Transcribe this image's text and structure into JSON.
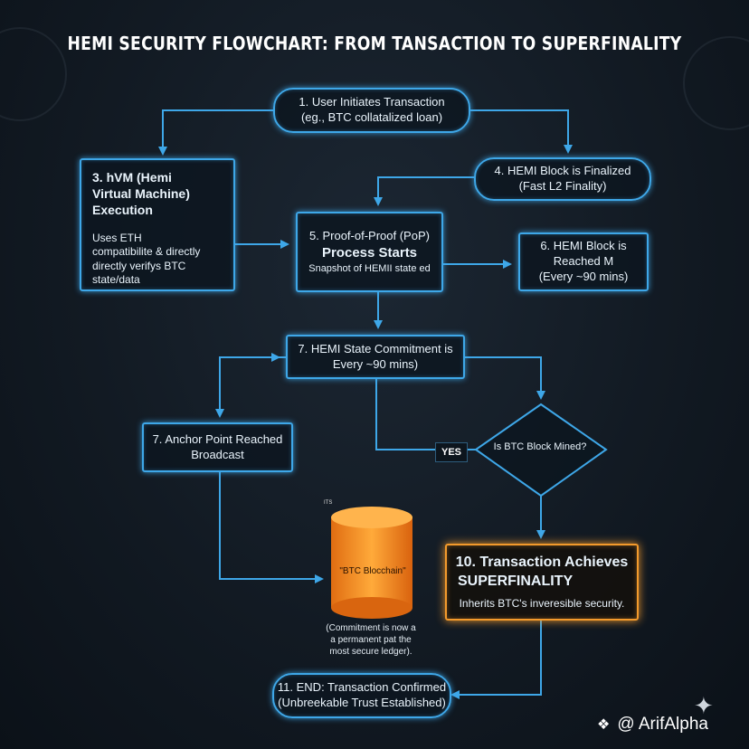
{
  "title": "HEMI SECURITY FLOWCHART: FROM TANSACTION TO SUPERFINALITY",
  "nodes": {
    "n1": {
      "line1": "1. User Initiates Transaction",
      "line2": "(eg., BTC collatalized loan)"
    },
    "n3": {
      "line1": "3. hVM (Hemi",
      "line2": "Virtual Machine)",
      "line3": "Execution",
      "desc1": "Uses ETH",
      "desc2": "compatibilite & directly",
      "desc3": "directly verifys BTC",
      "desc4": "state/data"
    },
    "n4": {
      "line1": "4. HEMI Block is Finalized",
      "line2": "(Fast L2 Finality)"
    },
    "n5": {
      "line1": "5. Proof-of-Proof (PoP)",
      "line2": "Process Starts",
      "line3": "Snapshot of HEMII state ed"
    },
    "n6": {
      "line1": "6. HEMI Block is",
      "line2": "Reached M",
      "line3": "(Every ~90 mins)"
    },
    "n7a": {
      "line1": "7. HEMI State Commitment is",
      "line2": "Every ~90 mins)"
    },
    "n7b": {
      "line1": "7. Anchor Point Reached",
      "line2": "Broadcast"
    },
    "decision": {
      "label": "Is BTC Block Mined?",
      "yes": "YES"
    },
    "cylinder": {
      "label": "\"BTC Blocchain\"",
      "tiny": "ITS"
    },
    "caption": {
      "line1": "(Commitment is now a",
      "line2": "a permanent pat the",
      "line3": "most secure ledger)."
    },
    "n10": {
      "line1": "10. Transaction Achieves",
      "line2": "SUPERFINALITY",
      "line3": "Inherits BTC's inveresible security."
    },
    "n11": {
      "line1": "11. END: Transaction Confirmed",
      "line2": "(Unbreekable Trust Established)"
    }
  },
  "brand": {
    "logo_icon": "binance-square-icon",
    "handle": "@ ArifAlpha"
  },
  "colors": {
    "accent": "#3ea7e8",
    "highlight": "#f39a2c",
    "background": "#121a23"
  }
}
